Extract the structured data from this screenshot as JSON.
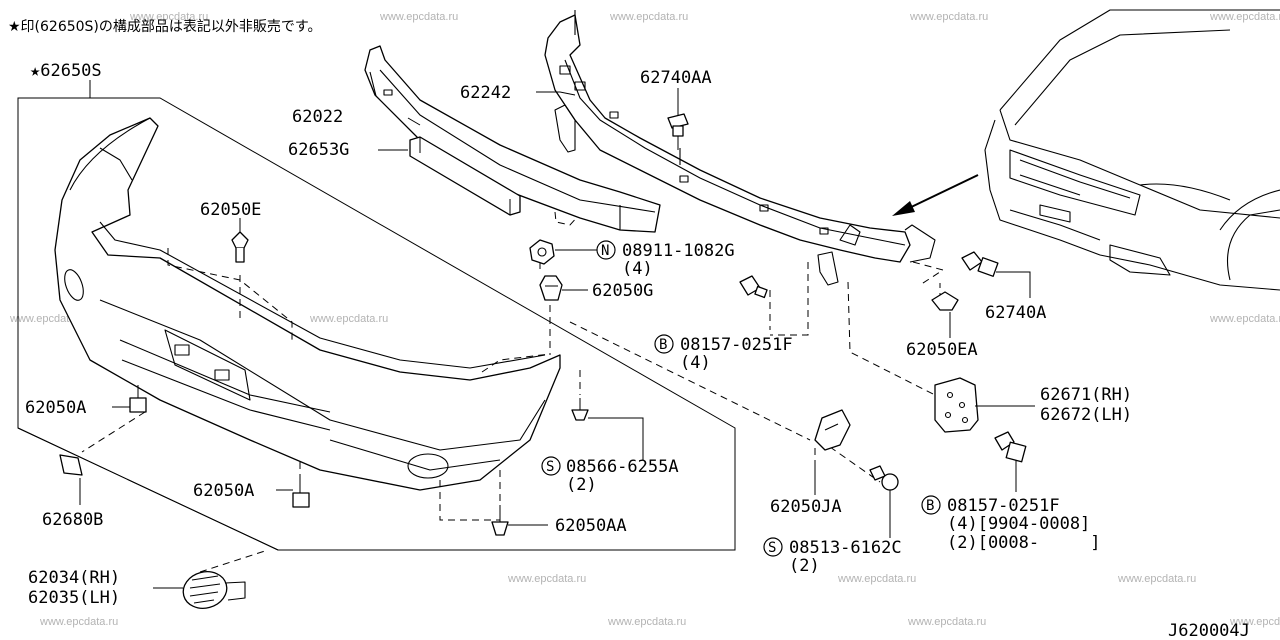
{
  "note": "★印(62650S)の構成部品は表記以外非販売です。",
  "diagram_id": "J620004J",
  "watermark": "www.epcdata.ru",
  "labels": {
    "assy": "★62650S",
    "p62022": "62022",
    "p62653G": "62653G",
    "p62242": "62242",
    "p62740AA": "62740AA",
    "p62050E": "62050E",
    "p08911": "08911-1082G",
    "p08911_qty": "(4)",
    "p62050G": "62050G",
    "p08157a": "08157-0251F",
    "p08157a_qty": "(4)",
    "p62740A": "62740A",
    "p62050EA": "62050EA",
    "p62671": "62671(RH)",
    "p62672": "62672(LH)",
    "p62050A_1": "62050A",
    "p08566": "08566-6255A",
    "p08566_qty": "(2)",
    "p62050A_2": "62050A",
    "p62680B": "62680B",
    "p62050AA": "62050AA",
    "p62050JA": "62050JA",
    "p08157b": "08157-0251F",
    "p08157b_qty1": "(4)[9904-0008]",
    "p08157b_qty2": "(2)[0008-     ]",
    "p08513": "08513-6162C",
    "p08513_qty": "(2)",
    "p62034": "62034(RH)",
    "p62035": "62035(LH)"
  },
  "prefix_symbols": {
    "nut": "N",
    "bolt": "B",
    "screw": "S"
  }
}
